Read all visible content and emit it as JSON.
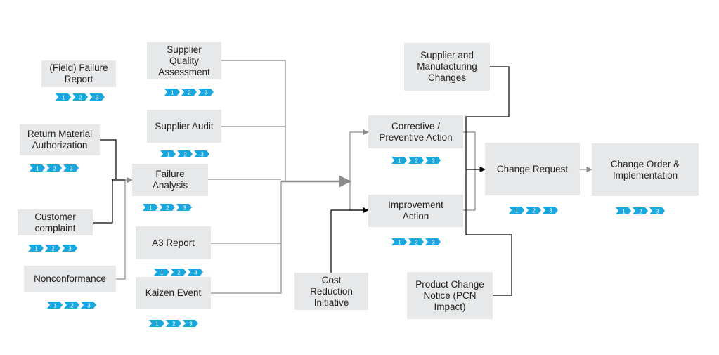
{
  "colors": {
    "box_fill": "#e7e8e9",
    "connector_dark": "#000000",
    "connector_gray": "#8c8c8c",
    "step_chevron": "#1aa7de",
    "step_text": "#ffffff"
  },
  "step_labels": [
    "1",
    "2",
    "3"
  ],
  "nodes": {
    "field_failure_report": "(Field) Failure\nReport",
    "return_material_authorization": "Return Material\nAuthorization",
    "customer_complaint": "Customer\ncomplaint",
    "nonconformance": "Nonconformance",
    "supplier_quality_assessment": "Supplier\nQuality\nAssessment",
    "supplier_audit": "Supplier Audit",
    "failure_analysis": "Failure\nAnalysis",
    "a3_report": "A3 Report",
    "kaizen_event": "Kaizen Event",
    "cost_reduction_initiative": "Cost\nReduction\nInitiative",
    "corrective_preventive_action": "Corrective /\nPreventive Action",
    "improvement_action": "Improvement\nAction",
    "supplier_manufacturing_changes": "Supplier and\nManufacturing\nChanges",
    "product_change_notice": "Product Change\nNotice (PCN\nImpact)",
    "change_request": "Change Request",
    "change_order_implementation": "Change Order &\nImplementation"
  }
}
